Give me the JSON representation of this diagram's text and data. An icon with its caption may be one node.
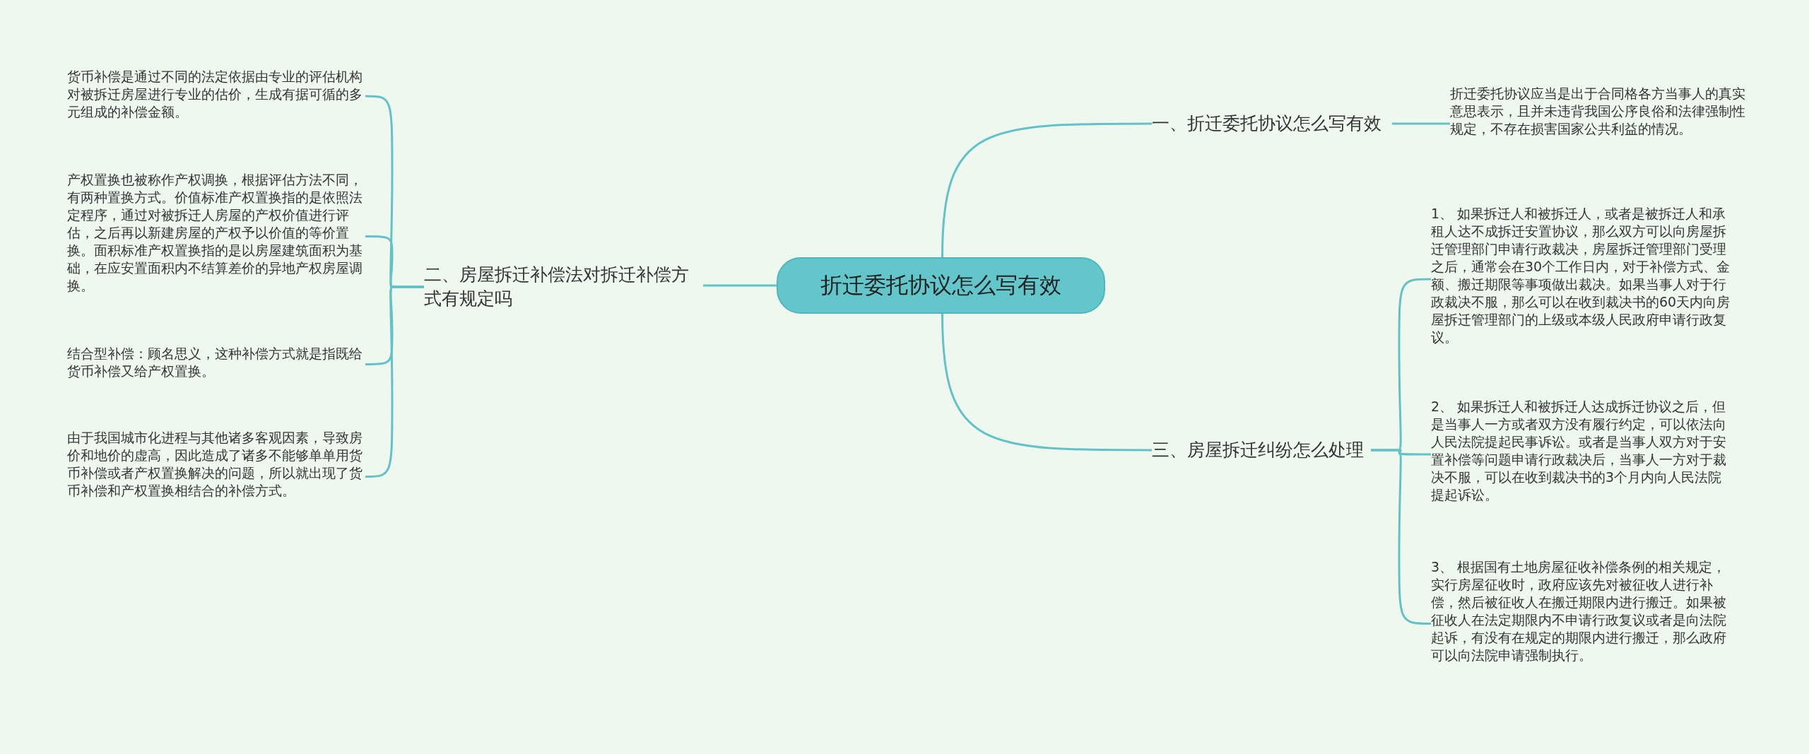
{
  "diagram": {
    "nodes": [
      {
        "text": [
          "折迁委托协议怎么写有效"
        ]
      },
      {
        "text": [
          "一、折迁委托协议怎么写有效"
        ]
      },
      {
        "text": [
          "二、房屋拆迁补偿法对拆迁补偿方式有规定吗"
        ]
      },
      {
        "text": [
          "三、房屋拆迁纠纷怎么处理"
        ]
      },
      {
        "text": [
          "折迁委托协议应当是出于合同格各方当事人的真实意思表示，且并未违背我国公序良俗和法律强制性规定，不存在损害国家公共利益的情况。"
        ]
      },
      {
        "text": [
          "1、 如果拆迁人和被拆迁人，或者是被拆迁人和承租人达不成拆迁安置协议，那么双方可以向房屋拆迁管理部门申请行政裁决，房屋拆迁管理部门受理之后，通常会在30个工作日内，对于补偿方式、金额、搬迁期限等事项做出裁决。如果当事人对于行政裁决不服，那么可以在收到裁决书的60天内向房屋拆迁管理部门的上级或本级人民政府申请行政复议。"
        ]
      },
      {
        "text": [
          "2、 如果拆迁人和被拆迁人达成拆迁协议之后，但是当事人一方或者双方没有履行约定，可以依法向人民法院提起民事诉讼。或者是当事人双方对于安置补偿等问题申请行政裁决后，当事人一方对于裁决不服，可以在收到裁决书的3个月内向人民法院提起诉讼。"
        ]
      },
      {
        "text": [
          "3、 根据国有土地房屋征收补偿条例的相关规定，实行房屋征收时，政府应该先对被征收人进行补偿，然后被征收人在搬迁期限内进行搬迁。如果被征收人在法定期限内不申请行政复议或者是向法院起诉，有没有在规定的期限内进行搬迁，那么政府可以向法院申请强制执行。"
        ]
      },
      {
        "text": [
          "货币补偿是通过不同的法定依据由专业的评估机构对被拆迁房屋进行专业的估价，生成有据可循的多元组成的补偿金额。"
        ]
      },
      {
        "text": [
          "产权置换也被称作产权调换，根据评估方法不同，有两种置换方式。价值标准产权置换指的是依照法定程序，通过对被拆迁人房屋的产权价值进行评估，之后再以新建房屋的产权予以价值的等价置换。面积标准产权置换指的是以房屋建筑面积为基础，在应安置面积内不结算差价的异地产权房屋调换。"
        ]
      },
      {
        "text": [
          "结合型补偿：顾名思义，这种补偿方式就是指既给货币补偿又给产权置换。"
        ]
      },
      {
        "text": [
          "由于我国城市化进程与其他诸多客观因素，导致房价和地价的虚高，因此造成了诸多不能够单单用货币补偿或者产权置换解决的问题，所以就出现了货币补偿和产权置换相结合的补偿方式。"
        ]
      }
    ],
    "edges": [
      {
        "from": 0,
        "to": 1,
        "arrow": "none"
      },
      {
        "from": 0,
        "to": 2,
        "arrow": "none"
      },
      {
        "from": 0,
        "to": 3,
        "arrow": "none"
      },
      {
        "from": 1,
        "to": 4,
        "arrow": "none"
      },
      {
        "from": 3,
        "to": 5,
        "arrow": "none"
      },
      {
        "from": 3,
        "to": 6,
        "arrow": "none"
      },
      {
        "from": 3,
        "to": 7,
        "arrow": "none"
      },
      {
        "from": 2,
        "to": 8,
        "arrow": "none"
      },
      {
        "from": 2,
        "to": 9,
        "arrow": "none"
      },
      {
        "from": 2,
        "to": 10,
        "arrow": "none"
      },
      {
        "from": 2,
        "to": 11,
        "arrow": "none"
      }
    ]
  }
}
